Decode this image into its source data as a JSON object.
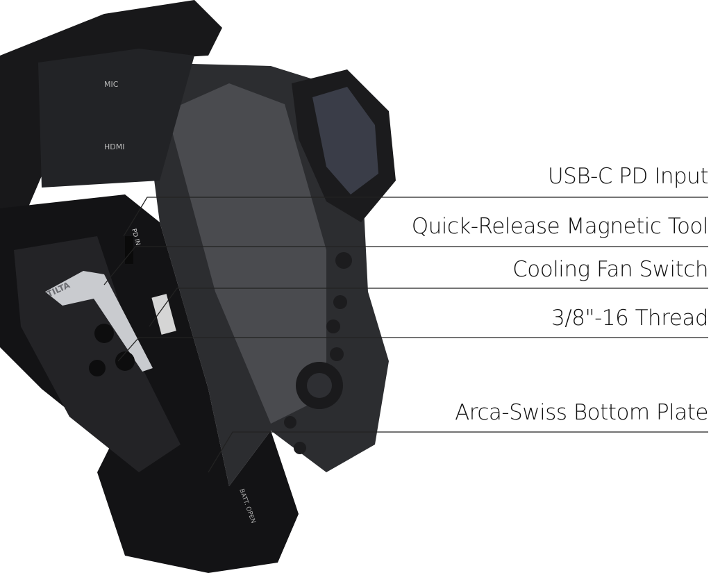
{
  "callouts": [
    {
      "label": "USB-C PD Input"
    },
    {
      "label": "Quick-Release Magnetic Tool"
    },
    {
      "label": "Cooling Fan Switch"
    },
    {
      "label": "3/8\"-16 Thread"
    },
    {
      "label": "Arca-Swiss Bottom Plate"
    }
  ],
  "product_markings": [
    "MIC",
    "HDMI",
    "PD IN",
    "BATT. OPEN",
    "TILTA"
  ],
  "colors": {
    "background": "#ffffff",
    "body": "#2a2b2e",
    "cage": "#151517",
    "text": "#111111",
    "line": "#222222"
  }
}
